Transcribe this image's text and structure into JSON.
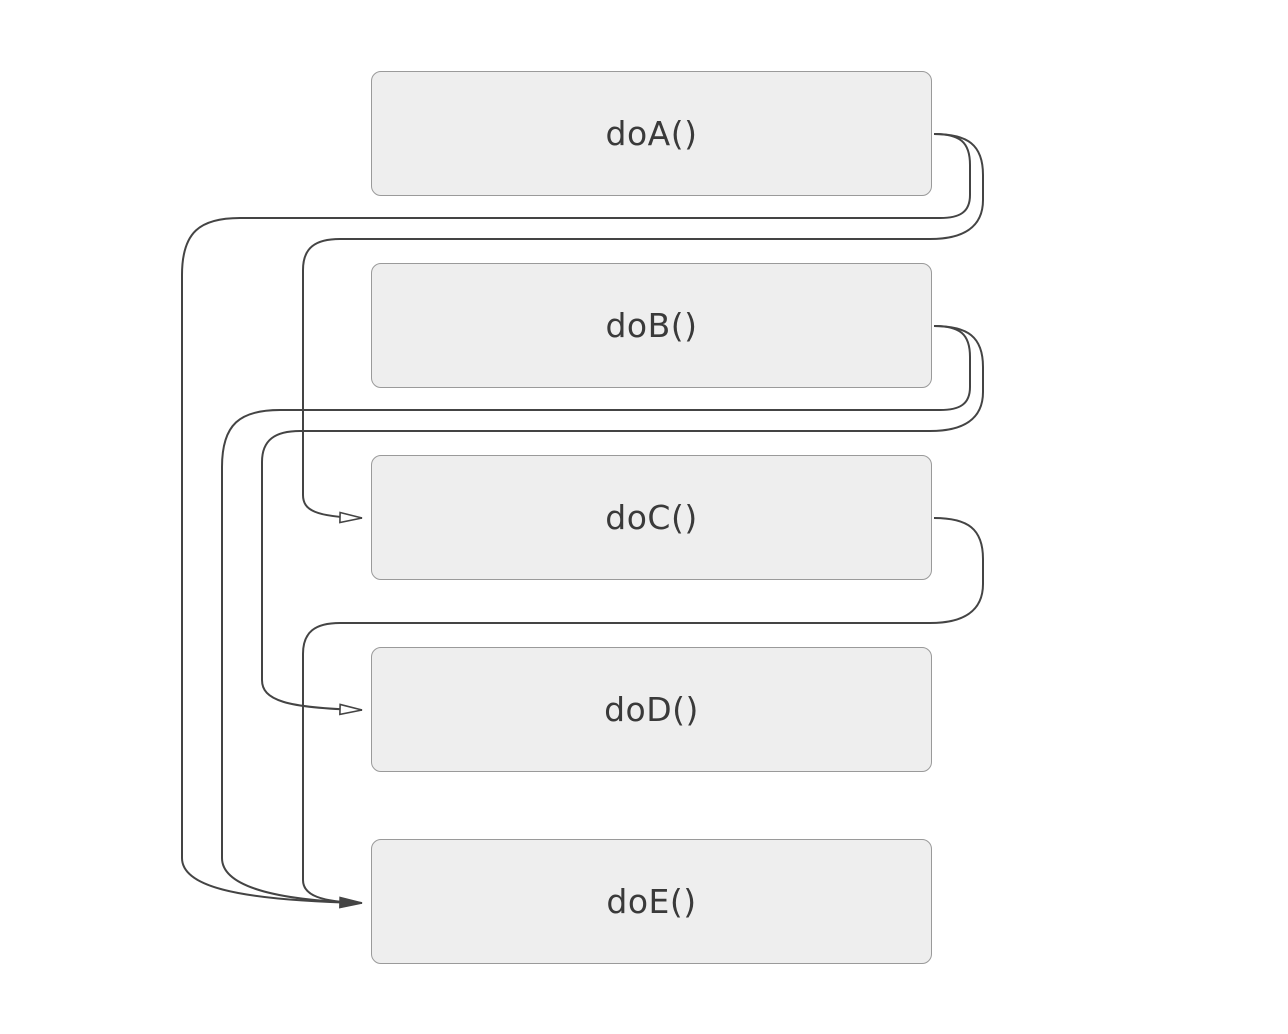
{
  "nodes": [
    {
      "id": "a",
      "label": "doA()"
    },
    {
      "id": "b",
      "label": "doB()"
    },
    {
      "id": "c",
      "label": "doC()"
    },
    {
      "id": "d",
      "label": "doD()"
    },
    {
      "id": "e",
      "label": "doE()"
    }
  ],
  "edges": [
    {
      "from": "doA()",
      "to": "doC()"
    },
    {
      "from": "doA()",
      "to": "doE()"
    },
    {
      "from": "doB()",
      "to": "doD()"
    },
    {
      "from": "doB()",
      "to": "doE()"
    },
    {
      "from": "doC()",
      "to": "doE()"
    }
  ],
  "colors": {
    "node_fill": "#eeeeee",
    "node_border": "#9a9a9a",
    "edge": "#444444",
    "text": "#3a3a3a"
  }
}
